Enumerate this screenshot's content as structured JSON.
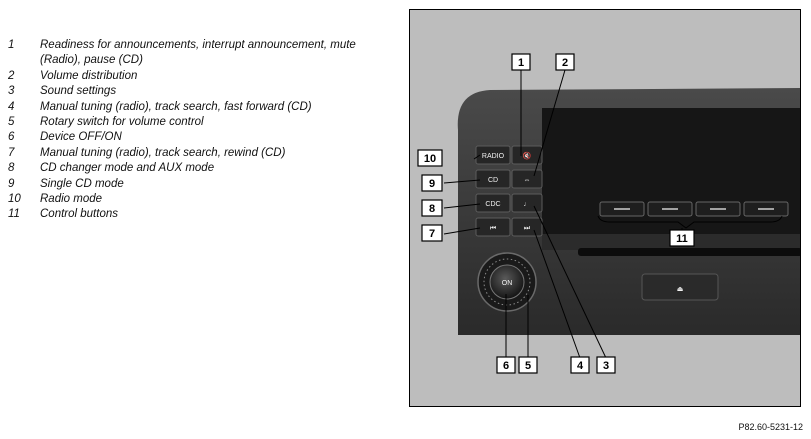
{
  "legend": [
    {
      "num": "1",
      "text": "Readiness for announcements, interrupt announcement, mute (Radio), pause (CD)"
    },
    {
      "num": "2",
      "text": "Volume distribution"
    },
    {
      "num": "3",
      "text": "Sound settings"
    },
    {
      "num": "4",
      "text": "Manual tuning (radio), track search, fast forward (CD)"
    },
    {
      "num": "5",
      "text": "Rotary switch for volume control"
    },
    {
      "num": "6",
      "text": "Device OFF/ON"
    },
    {
      "num": "7",
      "text": "Manual tuning (radio), track search, rewind (CD)"
    },
    {
      "num": "8",
      "text": "CD changer mode and AUX mode"
    },
    {
      "num": "9",
      "text": "Single CD mode"
    },
    {
      "num": "10",
      "text": "Radio mode"
    },
    {
      "num": "11",
      "text": "Control buttons"
    }
  ],
  "figure": {
    "reference": "P82.60-5231-12",
    "buttons": {
      "radio": "RADIO",
      "cd": "CD",
      "cdc": "CDC",
      "rewind": "⏮",
      "mute": "🔇",
      "volume_distribution": "⇔",
      "sound": "♩",
      "fast_forward": "⏭",
      "on": "ON",
      "eject": "⏏"
    },
    "callouts": {
      "c1": "1",
      "c2": "2",
      "c3": "3",
      "c4": "4",
      "c5": "5",
      "c6": "6",
      "c7": "7",
      "c8": "8",
      "c9": "9",
      "c10": "10",
      "c11": "11"
    },
    "colors": {
      "bezel": "#3a3a3a",
      "display": "#161616",
      "frame": "#bdbdbd"
    }
  }
}
